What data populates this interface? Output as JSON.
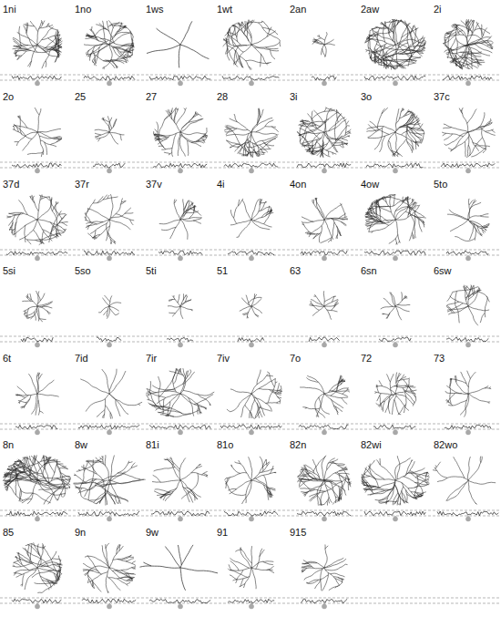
{
  "diagram": {
    "labels": [
      "1ni",
      "1no",
      "1ws",
      "1wt",
      "2an",
      "2aw",
      "2i",
      "2o",
      "25",
      "27",
      "28",
      "3i",
      "3o",
      "37c",
      "37d",
      "37r",
      "37v",
      "4i",
      "4on",
      "4ow",
      "5to",
      "5si",
      "5so",
      "5ti",
      "51",
      "63",
      "6sn",
      "6sw",
      "6t",
      "7id",
      "7ir",
      "7iv",
      "7o",
      "72",
      "73",
      "8n",
      "8w",
      "81i",
      "81o",
      "82n",
      "82wi",
      "82wo",
      "85",
      "9n",
      "9w",
      "91",
      "915"
    ]
  }
}
